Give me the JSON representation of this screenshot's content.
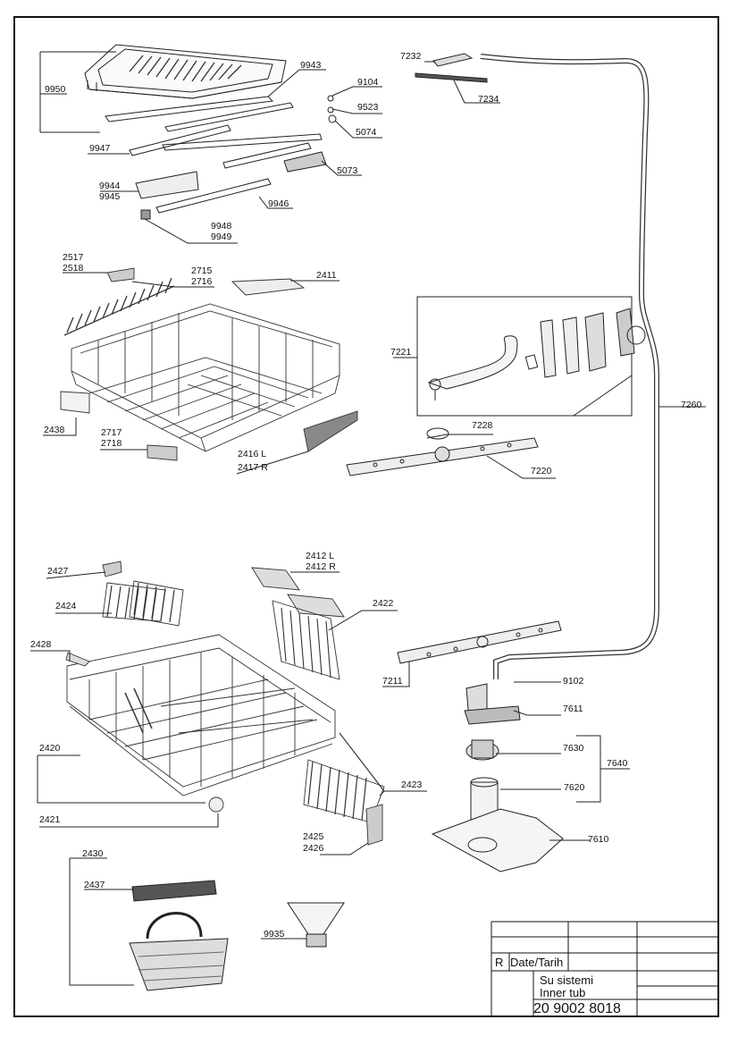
{
  "labels": {
    "l9950": "9950",
    "l9943": "9943",
    "l9104": "9104",
    "l9523": "9523",
    "l5074": "5074",
    "l9947": "9947",
    "l5073": "5073",
    "l9944": "9944",
    "l9945": "9945",
    "l9946": "9946",
    "l9948": "9948",
    "l9949": "9949",
    "l7232": "7232",
    "l7234": "7234",
    "l2517": "2517",
    "l2518": "2518",
    "l2715": "2715",
    "l2716": "2716",
    "l2411": "2411",
    "l7221": "7221",
    "l2438": "2438",
    "l7228": "7228",
    "l7260": "7260",
    "l2717": "2717",
    "l2718": "2718",
    "l2416": "2416 L",
    "l2417": "2417 R",
    "l7220": "7220",
    "l2427": "2427",
    "l2412l": "2412 L",
    "l2412r": "2412 R",
    "l2424": "2424",
    "l2422": "2422",
    "l2428": "2428",
    "l7211": "7211",
    "l9102": "9102",
    "l7611": "7611",
    "l2420": "2420",
    "l7630": "7630",
    "l7640": "7640",
    "l2423": "2423",
    "l7620": "7620",
    "l2421": "2421",
    "l2425": "2425",
    "l2426": "2426",
    "l7610": "7610",
    "l2430": "2430",
    "l2437": "2437",
    "l9935": "9935"
  },
  "titleblock": {
    "revision_label": "R",
    "date_label": "Date/Tarih",
    "title_tr": "Su sistemi",
    "title_en": "Inner tub",
    "drawing_number": "20 9002 8018"
  }
}
